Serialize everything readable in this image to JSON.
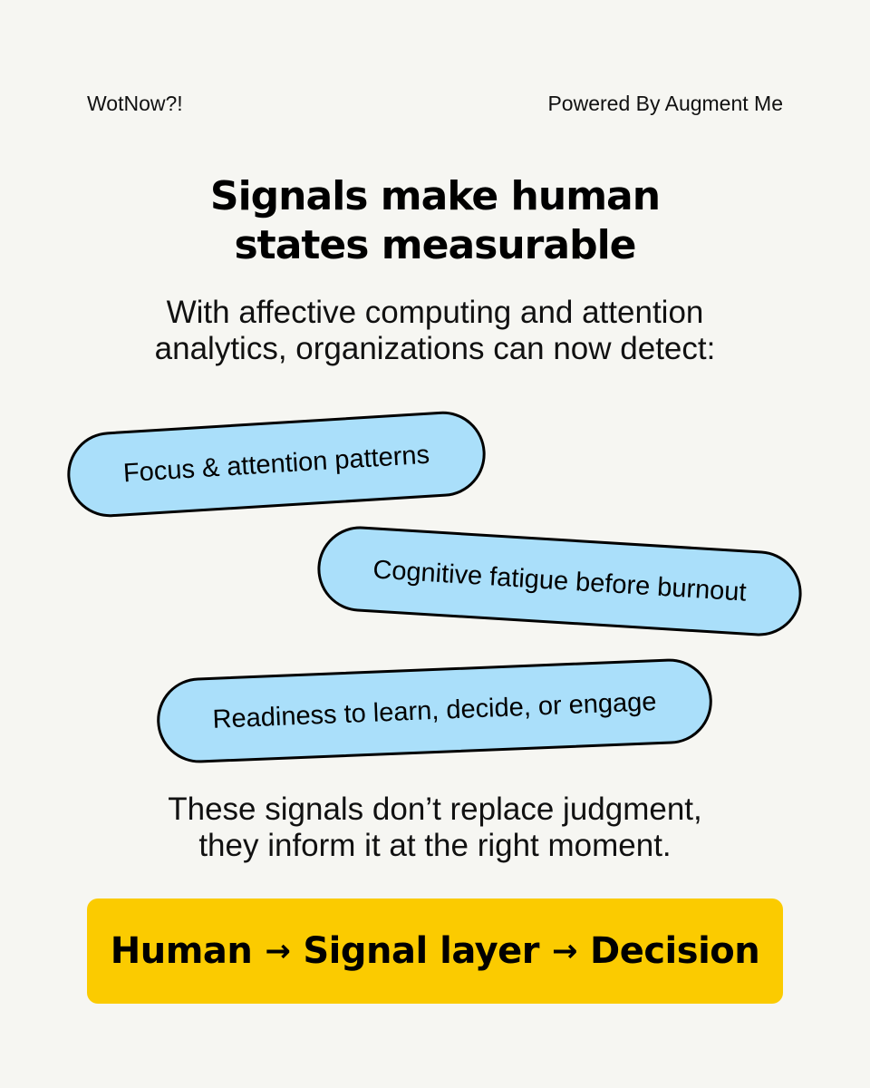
{
  "header": {
    "brand_left": "WotNow?!",
    "brand_right": "Powered By Augment Me"
  },
  "title": {
    "line1": "Signals make human",
    "line2": "states measurable"
  },
  "intro": {
    "line1": "With affective computing and attention",
    "line2": "analytics, organizations can now detect:"
  },
  "signals": [
    {
      "label": "Focus & attention patterns"
    },
    {
      "label": "Cognitive fatigue before burnout"
    },
    {
      "label": "Readiness to learn, decide, or engage"
    }
  ],
  "closing": {
    "line1": "These signals don’t replace judgment,",
    "line2": "they inform it at the right moment."
  },
  "flow": {
    "step1": "Human",
    "arrow": "→",
    "step2": "Signal layer",
    "step3": "Decision"
  },
  "colors": {
    "background": "#f6f6f2",
    "pill_fill": "#aadffa",
    "flow_box_fill": "#fbcb00",
    "text": "#000000"
  }
}
